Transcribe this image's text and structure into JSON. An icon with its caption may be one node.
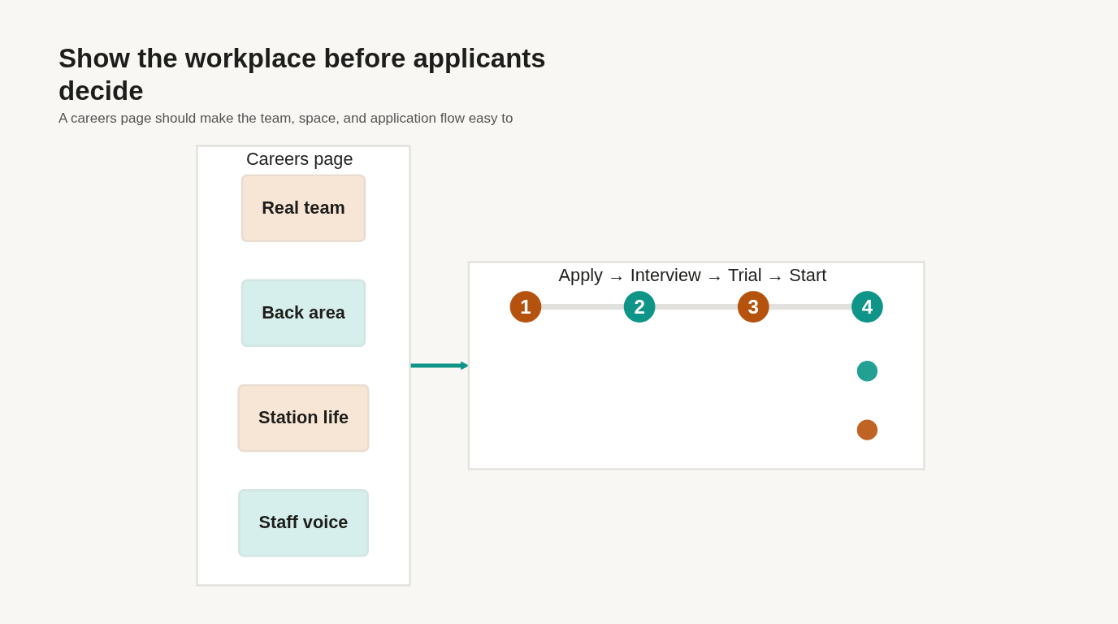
{
  "diagram": {
    "title": "Show the workplace before applicants decide",
    "nodes": [
      {
        "text": [
          "Careers page"
        ]
      },
      {
        "text": [
          "Real team"
        ],
        "in": 0
      },
      {
        "text": [
          "Back area"
        ],
        "in": 0
      },
      {
        "text": [
          "Station life"
        ],
        "in": 0
      },
      {
        "text": [
          "Staff voice"
        ],
        "in": 0
      },
      {
        "text": [
          "Apply → Interview → Trial → Start"
        ]
      },
      {
        "text": [
          "1"
        ],
        "in": 5
      },
      {
        "text": [
          "2"
        ],
        "in": 5
      },
      {
        "text": [
          "3"
        ],
        "in": 5
      },
      {
        "text": [
          "4"
        ],
        "in": 5
      },
      {
        "text": [],
        "shape": "person",
        "in": 5
      },
      {
        "text": [],
        "shape": "person",
        "in": 5
      }
    ],
    "edges": [
      {
        "from": 0,
        "to": 5,
        "arrow": "to",
        "color": "#0f9488"
      },
      {
        "from": 6,
        "to": 7,
        "arrow": "none"
      },
      {
        "from": 7,
        "to": 8,
        "arrow": "none"
      },
      {
        "from": 8,
        "to": 9,
        "arrow": "none"
      }
    ],
    "labels": [
      "A careers page should make the team, space, and application flow easy to"
    ]
  }
}
